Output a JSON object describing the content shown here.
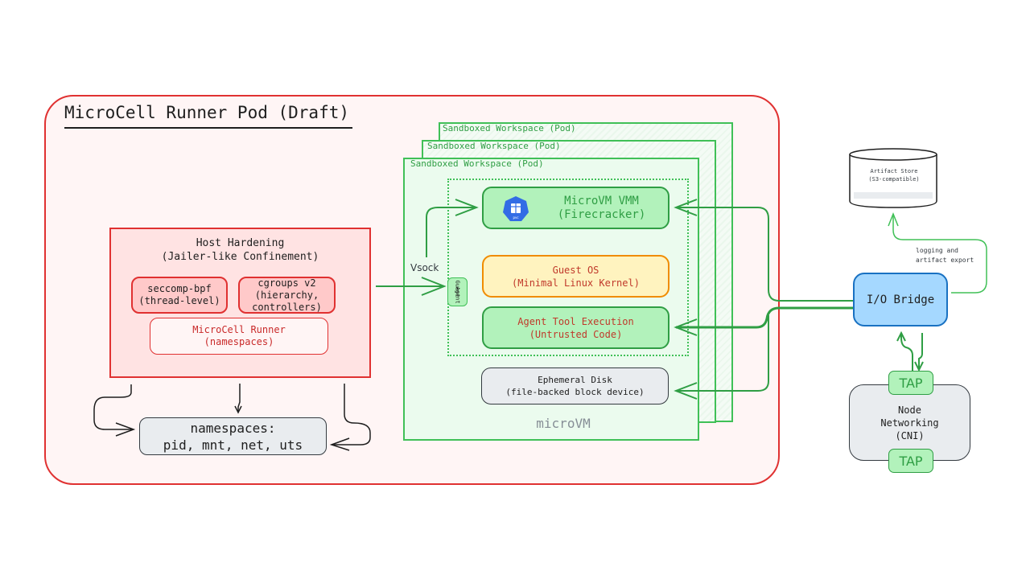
{
  "pod": {
    "title": "MicroCell Runner Pod (Draft)"
  },
  "host_hardening": {
    "title_line1": "Host Hardening",
    "title_line2": "(Jailer-like Confinement)",
    "seccomp_line1": "seccomp-bpf",
    "seccomp_line2": "(thread-level)",
    "cgroups_line1": "cgroups v2",
    "cgroups_line2": "(hierarchy,",
    "cgroups_line3": "controllers)",
    "runner_line1": "MicroCell Runner",
    "runner_line2": "(namespaces)"
  },
  "namespaces": {
    "line1": "namespaces:",
    "line2": "pid, mnt, net, uts"
  },
  "workspaces": [
    {
      "label": "Sandboxed Workspace (Pod)"
    },
    {
      "label": "Sandboxed Workspace (Pod)"
    },
    {
      "label": "Sandboxed Workspace (Pod)"
    }
  ],
  "microvm": {
    "label": "microVM",
    "vmm_line1": "MicroVM VMM",
    "vmm_line2": "(Firecracker)",
    "vmm_icon": "firecracker-logo-icon",
    "guest_os_line1": "Guest OS",
    "guest_os_line2": "(Minimal Linux Kernel)",
    "agent_tool_line1": "Agent Tool Execution",
    "agent_tool_line2": "(Untrusted Code)",
    "disk_line1": "Ephemeral Disk",
    "disk_line2": "(file-backed block device)",
    "guest_agent_line1": "Guest",
    "guest_agent_line2": "Agent",
    "vsock_label": "Vsock"
  },
  "io_bridge": {
    "label": "I/O Bridge"
  },
  "artifact_store": {
    "line1": "Artifact Store",
    "line2": "(S3-compatible)"
  },
  "logging_edge": {
    "line1": "logging and",
    "line2": "artifact export"
  },
  "node_networking": {
    "line1": "Node",
    "line2": "Networking",
    "line3": "(CNI)",
    "tap_top": "TAP",
    "tap_bottom": "TAP"
  },
  "colors": {
    "red_stroke": "#e03131",
    "green_stroke": "#2f9e44",
    "blue_stroke": "#1971c2",
    "orange_stroke": "#f08c00"
  }
}
